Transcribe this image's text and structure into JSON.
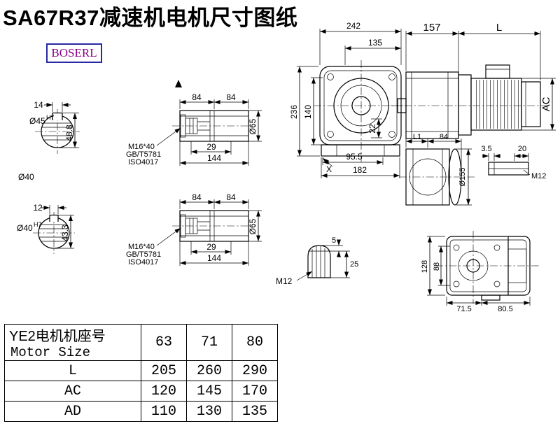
{
  "page": {
    "title": "SA67R37减速机电机尺寸图纸",
    "brand": "BOSERL"
  },
  "colors": {
    "line": "#000000",
    "background": "#ffffff",
    "brand_border": "#2929a3",
    "brand_text": "#8b008b"
  },
  "drawing": {
    "shaft_sections": [
      {
        "keyway_width": "14",
        "bore": "Ø45",
        "tolerance": "H7",
        "keyway_height": "48.8",
        "outer_dia": "Ø40"
      },
      {
        "keyway_width": "12",
        "bore": "Ø40",
        "tolerance": "H7",
        "keyway_height": "43.3"
      }
    ],
    "hollow_shafts": [
      {
        "seg_a": "84",
        "seg_b": "84",
        "bolt": "M16*40",
        "bolt_std_1": "GB/T5781",
        "bolt_std_2": "ISO4017",
        "bolt_len": "29",
        "total_len": "144",
        "dia": "Ø65"
      },
      {
        "seg_a": "84",
        "seg_b": "84",
        "bolt": "M16*40",
        "bolt_std_1": "GB/T5781",
        "bolt_std_2": "ISO4017",
        "bolt_len": "29",
        "total_len": "144",
        "dia": "Ø65"
      }
    ],
    "front_view": {
      "overall_width": "242",
      "width_to_flange": "135",
      "overall_height": "236",
      "center_height": "140",
      "foot_dim": "22",
      "foot_span": "95.5",
      "base_width": "182",
      "datum_mark": "X"
    },
    "side_view": {
      "gear_length": "157",
      "motor_length": "L",
      "motor_dia": "AC"
    },
    "flange_view": {
      "dim_l1": "L1",
      "dim_84": "84",
      "flange_dia": "Ø155",
      "plate_thickness": "3.5",
      "plate_dim": "20",
      "thread": "M12"
    },
    "bottom_view": {
      "length": "128",
      "width": "88",
      "hole_span_a": "71.5",
      "hole_span_b": "80.5"
    },
    "shaft_end_view": {
      "step": "5",
      "length": "25",
      "thread": "M12"
    }
  },
  "table": {
    "header": {
      "label_cn": "YE2电机机座号",
      "label_en": "Motor Size",
      "sizes": [
        "63",
        "71",
        "80"
      ]
    },
    "rows": [
      {
        "label": "L",
        "values": [
          "205",
          "260",
          "290"
        ]
      },
      {
        "label": "AC",
        "values": [
          "120",
          "145",
          "170"
        ]
      },
      {
        "label": "AD",
        "values": [
          "110",
          "130",
          "135"
        ]
      }
    ]
  }
}
